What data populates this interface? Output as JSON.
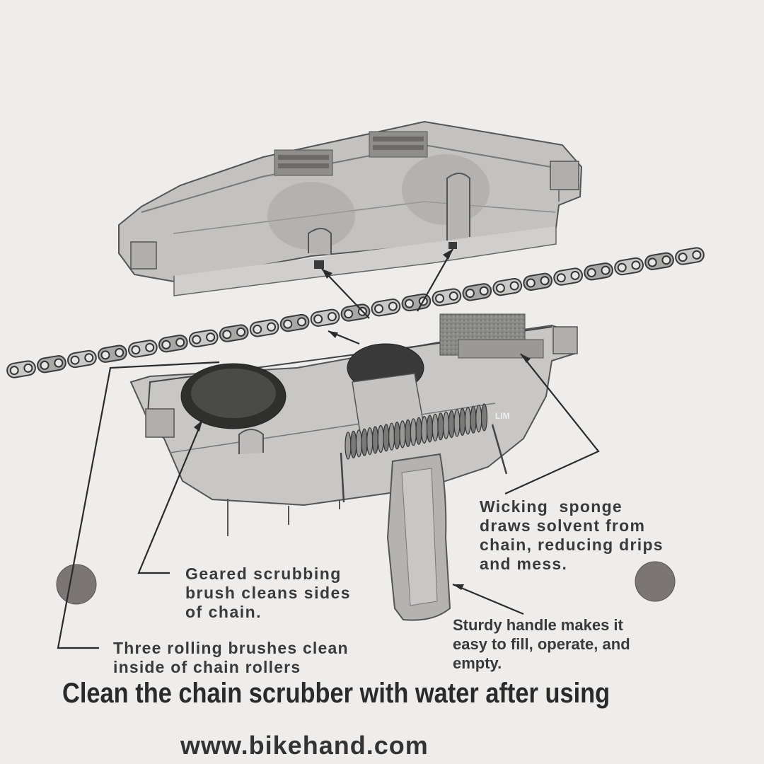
{
  "callouts": {
    "geared": [
      "Geared scrubbing",
      "brush cleans sides",
      "of chain."
    ],
    "rolling": [
      "Three rolling brushes clean",
      "inside of chain rollers"
    ],
    "wicking": [
      "Wicking  sponge",
      "draws solvent from",
      "chain, reducing drips",
      "and mess."
    ],
    "handle": [
      "Sturdy handle makes it",
      "easy to fill, operate, and",
      "empty."
    ]
  },
  "instruction": "Clean the chain scrubber with water after using",
  "website": "www.bikehand.com",
  "device_logo": "LIM"
}
